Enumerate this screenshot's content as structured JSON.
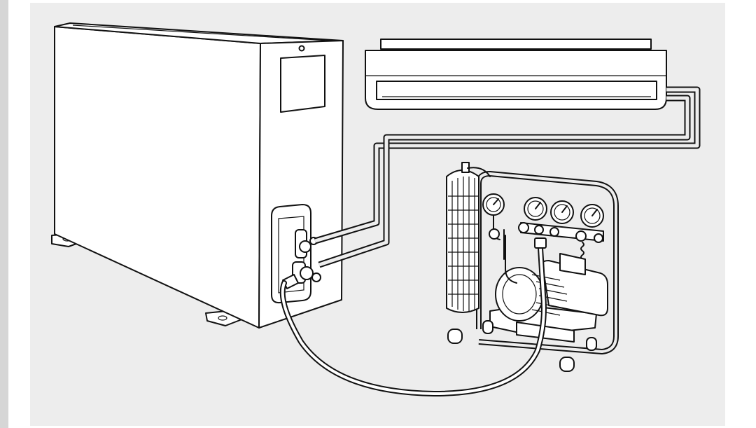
{
  "illustration": {
    "subject": "",
    "components": [
      "outdoor-unit",
      "indoor-unit",
      "refrigerant-piping",
      "recovery-station",
      "charging-hose"
    ]
  },
  "colors": {
    "background": "#ededed",
    "outer": "#ffffff",
    "line": "#111111",
    "fill": "#ffffff"
  }
}
